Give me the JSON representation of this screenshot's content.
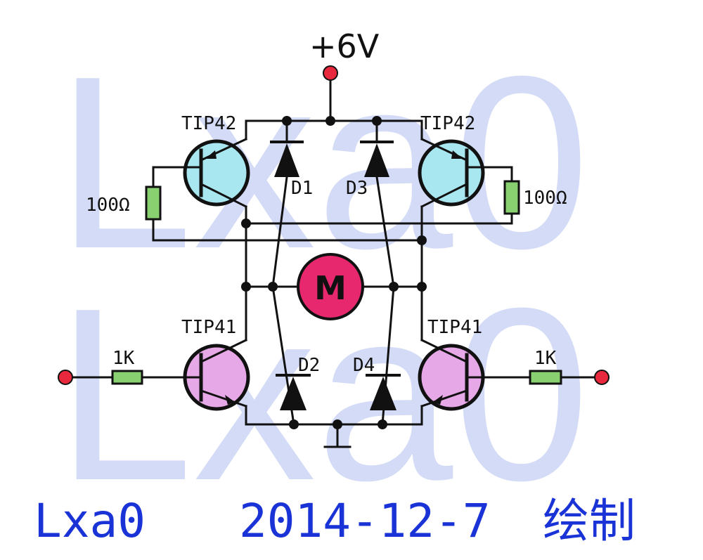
{
  "watermark": {
    "line1": "Lxa0",
    "line2": "Lxa0"
  },
  "supply": {
    "label": "+6V"
  },
  "motor": {
    "label": "M"
  },
  "transistors": {
    "top_left": "TIP42",
    "top_right": "TIP42",
    "bottom_left": "TIP41",
    "bottom_right": "TIP41"
  },
  "diodes": {
    "d1": "D1",
    "d2": "D2",
    "d3": "D3",
    "d4": "D4"
  },
  "resistors": {
    "top_left": "100Ω",
    "top_right": "100Ω",
    "input_left": "1K",
    "input_right": "1K"
  },
  "footer": {
    "author": "Lxa0",
    "date": "2014-12-7",
    "suffix": "绘制"
  },
  "colors": {
    "pnp_fill": "#a8e6f0",
    "npn_fill": "#e6a8e6",
    "motor_fill": "#e8286e",
    "resistor_fill": "#88d070",
    "terminal_fill": "#e8283c",
    "footer_text": "#1a33d6",
    "watermark_text": "#d4dbf6"
  }
}
